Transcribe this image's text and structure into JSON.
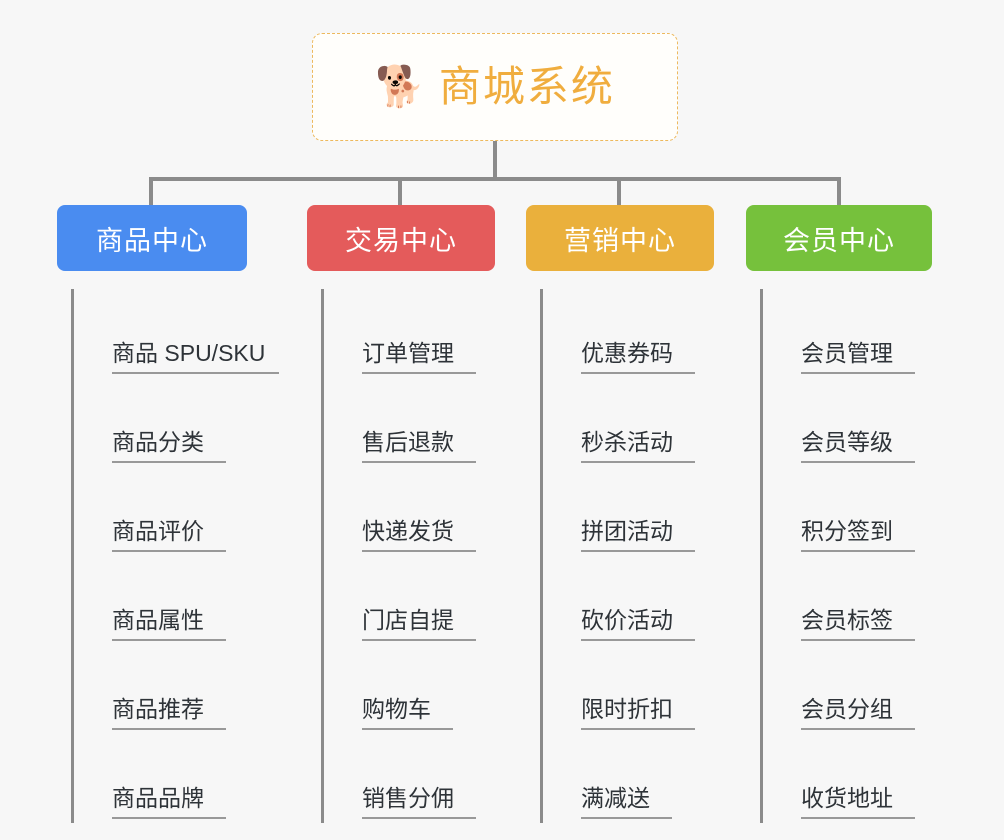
{
  "root": {
    "icon": "shiba-dog-face-icon",
    "emoji": "🐕",
    "title": "商城系统",
    "title_color": "#f0ad3e",
    "border_color": "#edb95e"
  },
  "page": {
    "background": "#f7f7f7",
    "line_color": "#8b8b8b",
    "leaf_text_color": "#2e3338",
    "leaf_underline_color": "#999999"
  },
  "branches": [
    {
      "id": "product-center",
      "label": "商品中心",
      "color": "#4a8cf0",
      "items": [
        "商品 SPU/SKU",
        "商品分类",
        "商品评价",
        "商品属性",
        "商品推荐",
        "商品品牌"
      ]
    },
    {
      "id": "trade-center",
      "label": "交易中心",
      "color": "#e45b5b",
      "items": [
        "订单管理",
        "售后退款",
        "快递发货",
        "门店自提",
        "购物车",
        "销售分佣"
      ]
    },
    {
      "id": "marketing-center",
      "label": "营销中心",
      "color": "#eab03c",
      "items": [
        "优惠券码",
        "秒杀活动",
        "拼团活动",
        "砍价活动",
        "限时折扣",
        "满减送"
      ]
    },
    {
      "id": "member-center",
      "label": "会员中心",
      "color": "#76c13c",
      "items": [
        "会员管理",
        "会员等级",
        "积分签到",
        "会员标签",
        "会员分组",
        "收货地址"
      ]
    }
  ]
}
